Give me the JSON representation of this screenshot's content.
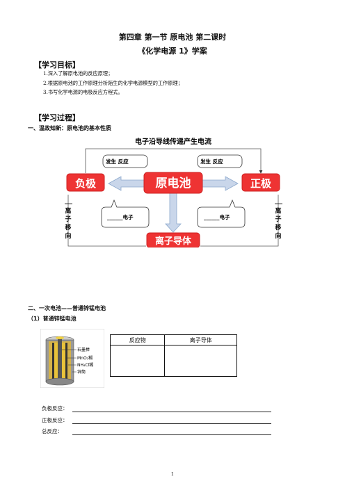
{
  "header": {
    "title": "第四章  第一节  原电池  第二课时",
    "subtitle": "《化学电源 1》学案"
  },
  "goals": {
    "heading": "【学习目标】",
    "items": [
      "1.深入了解原电池的反应原理；",
      "2.根据原电池的工作原理分析陌生的化学电源模型的工作原理；",
      "3.书写化学电源的电极反应方程式。"
    ]
  },
  "process": {
    "heading": "【学习过程】",
    "part1": "一、温故知新：原电池的基本性质",
    "diagram": {
      "top_label": "电子沿导线传递产生电流",
      "center": "原电池",
      "left": "负极",
      "right": "正极",
      "bottom": "离子导体",
      "left_box": "发生        反应",
      "right_box": "发生        反应",
      "left_electron": "______电子",
      "right_electron": "______电子",
      "left_side": "离子移向",
      "right_side": "离子移向"
    },
    "part2": "二、一次电池——普通锌锰电池",
    "part2_sub": "（1）普通锌锰电池",
    "battery_labels": [
      "石墨棒",
      "MnO₂糊",
      "NH₄Cl糊",
      "锌筒"
    ],
    "table": {
      "headers": [
        "反应物",
        "离子导体"
      ]
    },
    "reactions": [
      "负极反应：",
      "正极反应：",
      "总反应："
    ]
  },
  "footer": {
    "page": "1"
  },
  "colors": {
    "accent": "#ee3333",
    "arrow": "#8aa7cc",
    "line": "#555555"
  }
}
